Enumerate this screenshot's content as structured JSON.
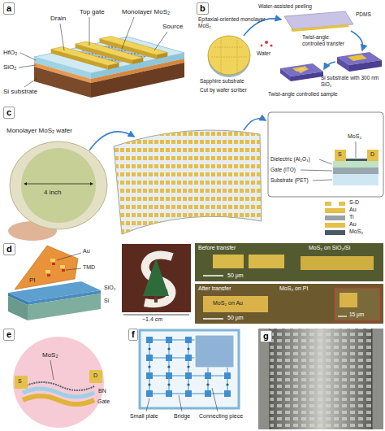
{
  "diagram": {
    "labels": [
      "a",
      "Drain",
      "Top gate",
      "Monolayer MoS₂",
      "Source",
      "HfO₂",
      "SiO₂",
      "Si substrate",
      "b",
      "Water-assisted peeling",
      "PDMS",
      "Epitaxial-oriented monolayer MoS₂",
      "Water",
      "Sapphire substrate",
      "Cut by wafer scriber",
      "Twist-angle controlled transfer",
      "Si substrate with 300 nm SiO₂",
      "Twist-angle controlled sample",
      "c",
      "Monolayer MoS₂ wafer",
      "4 inch",
      "MoS₂",
      "S",
      "D",
      "Dielectric (Al₂O₃)",
      "Gate (ITO)",
      "Substrate (PET)",
      "S-D",
      "Au",
      "Ti",
      "Au",
      "MoS₂",
      "d",
      "Au",
      "TMD",
      "PI",
      "SiO₂",
      "Si",
      "~1.4 cm",
      "Before transfer",
      "MoS₂ on SiO₂/Si",
      "50 μm",
      "After transfer",
      "MoS₂ on Au",
      "MoS₂ on PI",
      "50 μm",
      "15 μm",
      "e",
      "MoS₂",
      "S",
      "D",
      "BN",
      "Gate",
      "f",
      "Small plate",
      "Bridge",
      "Connecting piece",
      "g"
    ]
  }
}
